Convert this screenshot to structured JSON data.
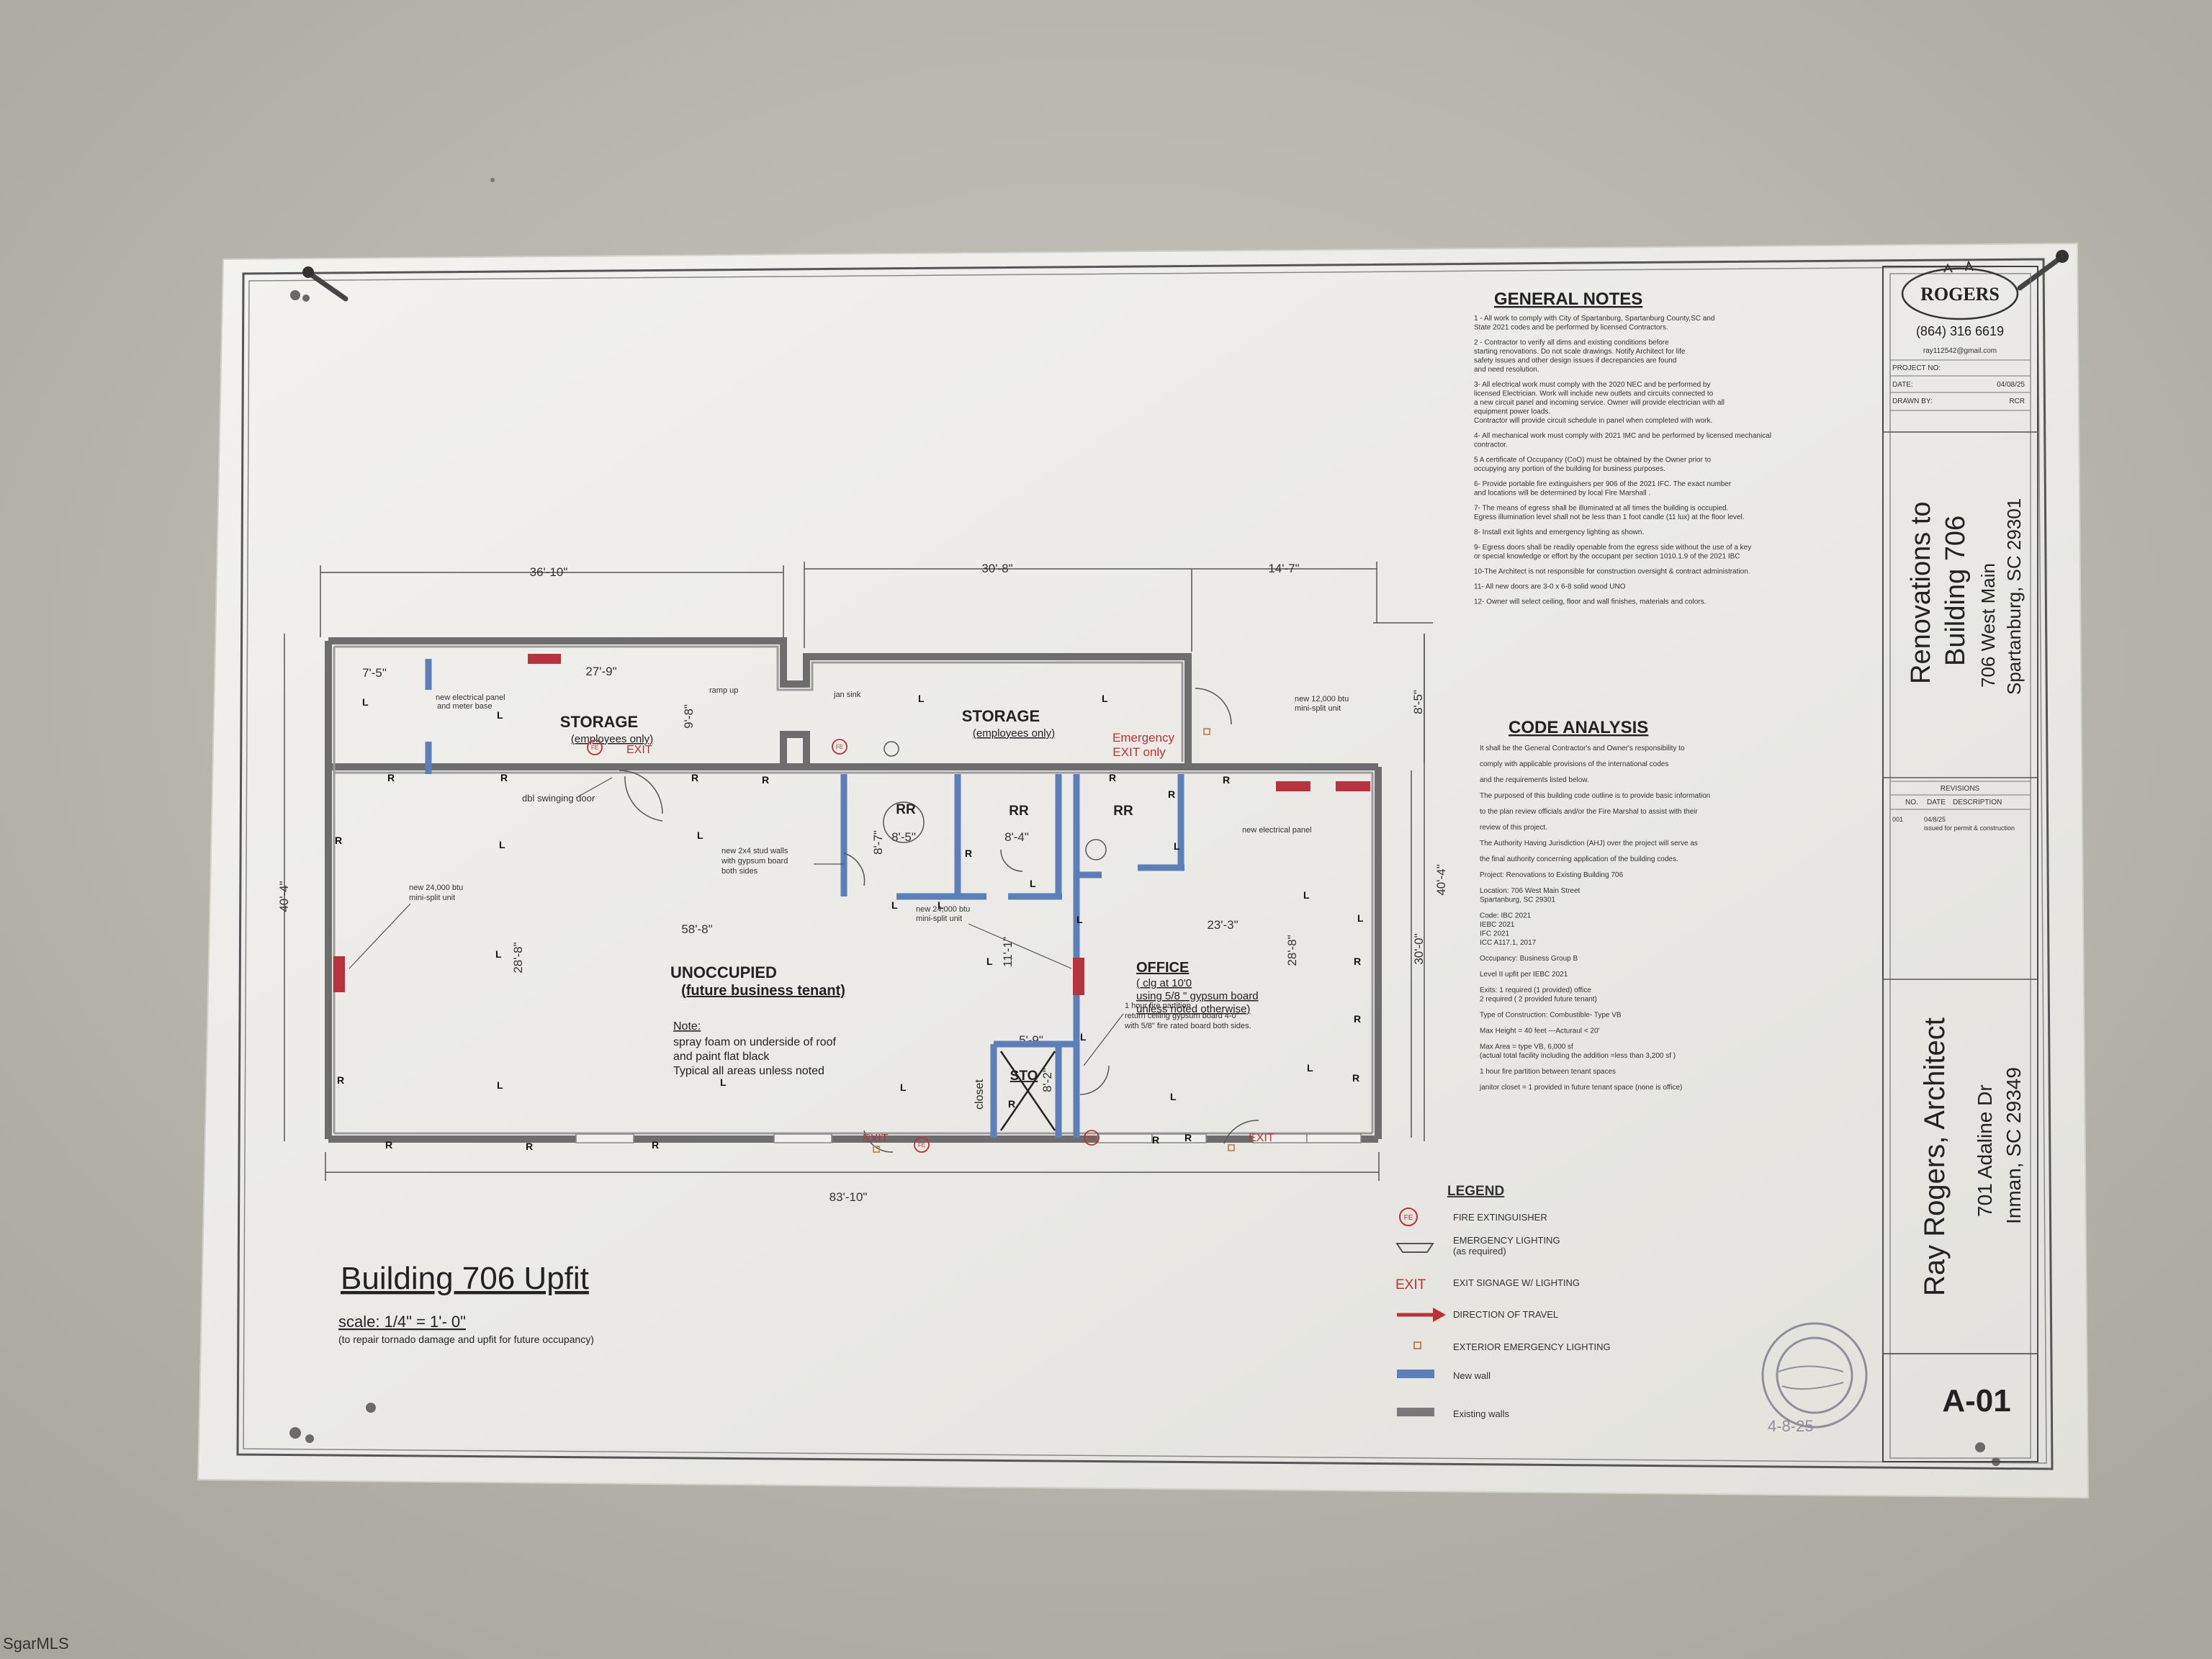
{
  "sheet": {
    "title": "Building 706 Upfit",
    "scale": "scale: 1/4\" = 1'- 0\"",
    "scale_note": "(to repair tornado damage and upfit for future occupancy)",
    "sheet_number": "A-01",
    "stamp_date": "4-8-25"
  },
  "title_block": {
    "firm": "ROGERS",
    "phone": "(864) 316 6619",
    "email": "ray112542@gmail.com",
    "project_no_label": "PROJECT NO:",
    "date_label": "DATE:",
    "date_value": "04/08/25",
    "drawn_by_label": "DRAWN BY:",
    "drawn_by_value": "RCR",
    "project_title_1": "Renovations to",
    "project_title_2": "Building 706",
    "project_addr_1": "706 West Main",
    "project_addr_2": "Spartanburg, SC 29301",
    "revisions_label": "REVISIONS",
    "rev_no_label": "NO.",
    "rev_date_label": "DATE",
    "rev_desc_label": "DESCRIPTION",
    "rev_no": "001",
    "rev_date": "04/8/25",
    "rev_desc": "issued for permit & construction",
    "architect": "Ray Rogers, Architect",
    "arch_addr_1": "701 Adaline Dr",
    "arch_addr_2": "Inman, SC 29349"
  },
  "general_notes": {
    "heading": "GENERAL NOTES",
    "lines": [
      "1 - All work to comply with City of Spartanburg, Spartanburg County,SC and",
      "     State 2021 codes and be performed by licensed Contractors.",
      "2 - Contractor to verify all dims and existing conditions before",
      "     starting renovations. Do not scale drawings. Notify Architect for life",
      "safety issues and other design issues if decrepancies are found",
      "and need resolution.",
      "3- All electrical work must comply with the 2020 NEC and be performed by",
      "     licensed Electrician. Work will include new outlets and circuits connected to",
      "     a new circuit panel and incoming service. Owner will provide electrician with all",
      "     equipment power loads.",
      "     Contractor will provide circuit schedule in panel when completed with work.",
      "4- All mechanical work must comply with 2021 IMC and be performed by licensed mechanical",
      "     contractor.",
      "5 A certificate of Occupancy (CoO) must be obtained by the Owner prior to",
      "     occupying any portion of the building for business purposes.",
      "6- Provide portable fire extinguishers per 906 of the 2021 IFC. The exact number",
      "     and locations will be determined by local Fire Marshall .",
      "7- The means of egress shall be illuminated at all times the building is occupied.",
      "     Egress illumination level shall not be less than 1 foot candle (11 lux) at the floor level.",
      "8- Install exit lights and emergency lighting as shown.",
      "9- Egress doors shall be readily openable from the egress side without the use of a key",
      "     or special knowledge or effort by the occupant per section 1010.1.9 of the 2021 IBC",
      "10-The Architect is not responsible for construction oversight & contract administration.",
      "11- All new doors are 3-0 x 6-8 solid wood UNO",
      "12- Owner will select ceiling, floor and wall finishes, materials and colors."
    ]
  },
  "code_analysis": {
    "heading": "CODE ANALYSIS",
    "lines": [
      "It shall be the General Contractor's and Owner's responsibility to",
      "comply with applicable provisions of the international codes",
      "and the requirements listed below.",
      "The purposed of this building code outline is to provide basic information",
      "to the plan review officials and/or the Fire Marshal to assist with their",
      "review of this project.",
      "The Authority Having Jurisdiction (AHJ) over the project will serve as",
      "the final authority concerning application of the building codes.",
      "Project:   Renovations to Existing Building 706",
      "Location: 706 West Main Street",
      "               Spartanburg, SC 29301",
      "Code: IBC 2021",
      "          IEBC 2021",
      "          IFC 2021",
      "          ICC A117.1, 2017",
      "Occupancy:  Business Group  B",
      "Level II upfit per IEBC 2021",
      "Exits: 1 required (1 provided) office",
      "          2 required ( 2 provided future tenant)",
      "Type of Construction: Combustible- Type VB",
      "Max Height = 40 feet ---Acturaul < 20'",
      "Max Area = type VB, 6,000 sf",
      "                         (actual total facility including the addition =less than 3,200 sf )",
      "1 hour fire partition between tenant spaces",
      "janitor closet = 1 provided in future tenant space  (none is office)"
    ]
  },
  "legend": {
    "heading": "LEGEND",
    "fe_symbol": "FE",
    "exit_symbol": "EXIT",
    "fire_extinguisher": "FIRE EXTINGUISHER",
    "emergency_lighting": "EMERGENCY LIGHTING",
    "emergency_lighting_sub": "(as required)",
    "exit_signage": "EXIT SIGNAGE W/ LIGHTING",
    "direction_of_travel": "DIRECTION OF TRAVEL",
    "exterior_emergency": "EXTERIOR EMERGENCY LIGHTING",
    "new_wall": "New wall",
    "existing_walls": "Existing walls"
  },
  "plan": {
    "dim_36_10": "36'-10\"",
    "dim_30_8": "30'-8\"",
    "dim_14_7": "14'-7\"",
    "dim_7_5": "7'-5\"",
    "dim_27_9": "27'-9\"",
    "dim_9_8": "9'-8\"",
    "dim_8_5": "8'-5\"",
    "dim_58_8": "58'-8\"",
    "dim_28_8_left": "28'-8\"",
    "dim_23_3": "23'-3\"",
    "dim_28_8_right": "28'-8\"",
    "dim_40_4": "40'-4\"",
    "dim_30_0": "30'-0\"",
    "dim_11_1": "11'-1\"",
    "dim_83_10": "83'-10\"",
    "dim_5_9": "5'-9\"",
    "dim_8_2": "8'-2\"",
    "dim_8_7": "8'-7\"",
    "dim_8_5b": "8'-5\"",
    "dim_8_4": "8'-4\"",
    "dim_left_edge": "40'-4\"",
    "storage1": "STORAGE",
    "storage1_sub": "(employees only)",
    "storage2": "STORAGE",
    "storage2_sub": "(employees only)",
    "emergency_exit_1": "Emergency",
    "emergency_exit_2": "EXIT only",
    "unoccupied": "UNOCCUPIED",
    "unoccupied_sub": "(future business tenant)",
    "note_heading": "Note:",
    "note_1": "spray foam on underside of roof",
    "note_2": "and paint flat black",
    "note_3": "Typical all areas unless noted",
    "office": "OFFICE",
    "office_1": "( clg at 10'0",
    "office_2": "using 5/8 \" gypsum board",
    "office_3": "unless noted otherwise)",
    "rr": "RR",
    "sto": "STO",
    "jan_sink": "jan sink",
    "ramp_up": "ramp up",
    "dbl_door": "dbl swinging door",
    "elec_panel_1": "new electrical panel",
    "elec_panel_2": "and meter base",
    "stud_1": "new 2x4 stud walls",
    "stud_2": "with gypsum board",
    "stud_3": "both sides",
    "mini24a_1": "new 24,000 btu",
    "mini24a_2": "mini-split unit",
    "mini24b_1": "new 24,000 btu",
    "mini24b_2": "mini-split unit",
    "mini12_1": "new 12,000 btu",
    "mini12_2": "mini-split unit",
    "new_elec_panel": "new electrical panel",
    "partition_1": "1 hour fire partition",
    "partition_2": "return ceiling gypsum board 4-0\"",
    "partition_3": "with 5/8\" fire rated board both sides.",
    "exit_label": "EXIT",
    "fe_label": "FE",
    "closet": "closet"
  },
  "watermark": "SgarMLS"
}
